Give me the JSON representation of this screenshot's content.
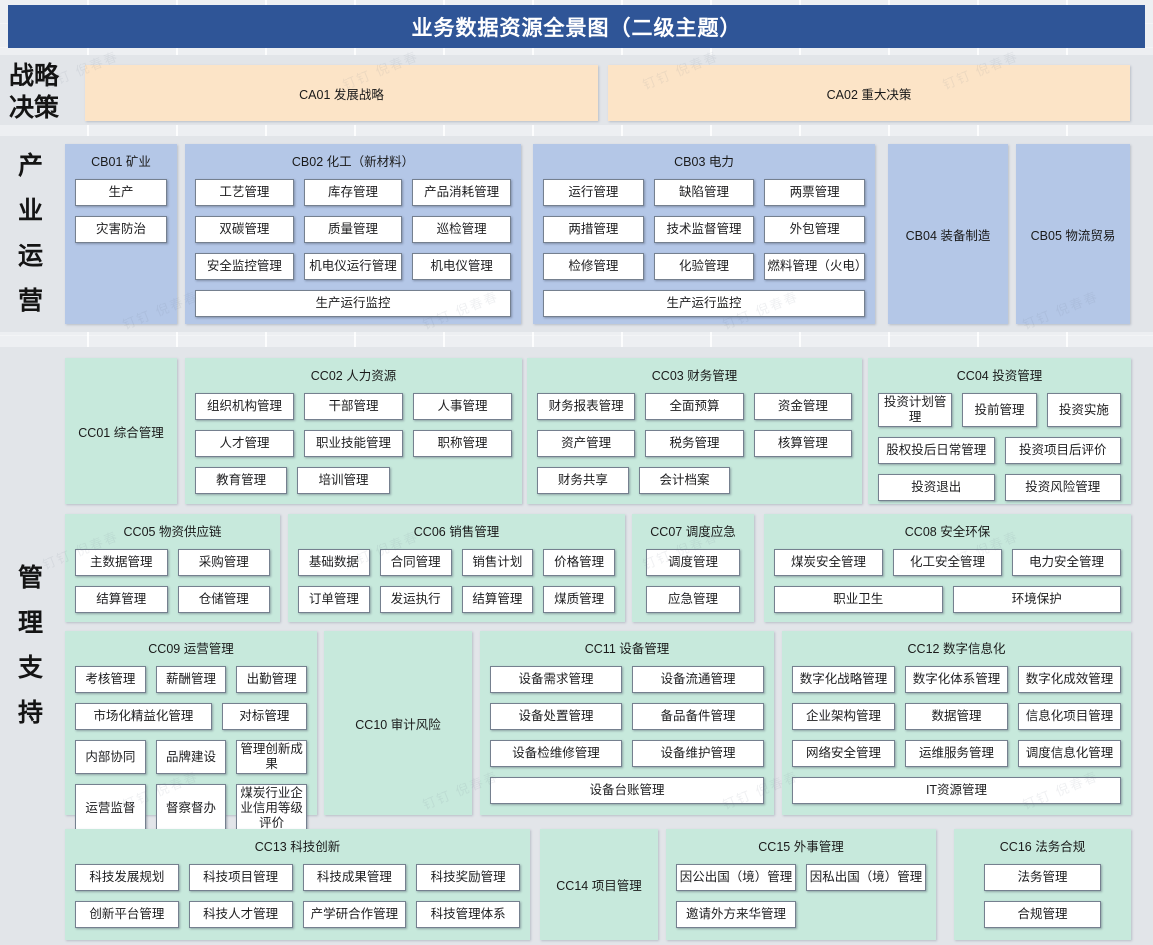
{
  "title": "业务数据资源全景图（二级主题）",
  "watermark": "钉钉 倪春春",
  "colors": {
    "title_bar": "#2F5597",
    "strategy_block": "#FCE4C7",
    "industry_block": "#B4C7E7",
    "management_block": "#C7E9DC",
    "box_background": "#FFFFFF",
    "box_border": "#75808F",
    "band_background": "#E2E5E9"
  },
  "sections": [
    {
      "id": "strategy",
      "label": "战略决策",
      "blocks": [
        {
          "id": "ca01",
          "title": "CA01 发展战略"
        },
        {
          "id": "ca02",
          "title": "CA02 重大决策"
        }
      ]
    },
    {
      "id": "industry",
      "label": "产业运营",
      "blocks": [
        {
          "id": "cb01",
          "title": "CB01 矿业",
          "box_rows": [
            [
              "生产"
            ],
            [
              "灾害防治"
            ]
          ]
        },
        {
          "id": "cb02",
          "title": "CB02 化工（新材料）",
          "box_rows": [
            [
              "工艺管理",
              "库存管理",
              "产品消耗管理"
            ],
            [
              "双碳管理",
              "质量管理",
              "巡检管理"
            ],
            [
              "安全监控管理",
              "机电仪运行管理",
              "机电仪管理"
            ],
            [
              "生产运行监控"
            ]
          ]
        },
        {
          "id": "cb03",
          "title": "CB03 电力",
          "box_rows": [
            [
              "运行管理",
              "缺陷管理",
              "两票管理"
            ],
            [
              "两措管理",
              "技术监督管理",
              "外包管理"
            ],
            [
              "检修管理",
              "化验管理",
              "燃料管理（火电）"
            ],
            [
              "生产运行监控"
            ]
          ]
        },
        {
          "id": "cb04",
          "title": "CB04 装备制造"
        },
        {
          "id": "cb05",
          "title": "CB05 物流贸易"
        }
      ]
    },
    {
      "id": "management",
      "label": "管理支持",
      "blocks": [
        {
          "id": "cc01",
          "title": "CC01 综合管理"
        },
        {
          "id": "cc02",
          "title": "CC02 人力资源",
          "box_rows": [
            [
              "组织机构管理",
              "干部管理",
              "人事管理"
            ],
            [
              "人才管理",
              "职业技能管理",
              "职称管理"
            ],
            [
              "教育管理",
              "培训管理"
            ]
          ]
        },
        {
          "id": "cc03",
          "title": "CC03 财务管理",
          "box_rows": [
            [
              "财务报表管理",
              "全面预算",
              "资金管理"
            ],
            [
              "资产管理",
              "税务管理",
              "核算管理"
            ],
            [
              "财务共享",
              "会计档案"
            ]
          ]
        },
        {
          "id": "cc04",
          "title": "CC04 投资管理",
          "box_rows": [
            [
              "投资计划管理",
              "投前管理",
              "投资实施"
            ],
            [
              "股权投后日常管理",
              "投资项目后评价"
            ],
            [
              "投资退出",
              "投资风险管理"
            ]
          ]
        },
        {
          "id": "cc05",
          "title": "CC05 物资供应链",
          "box_rows": [
            [
              "主数据管理",
              "采购管理"
            ],
            [
              "结算管理",
              "仓储管理"
            ]
          ]
        },
        {
          "id": "cc06",
          "title": "CC06 销售管理",
          "box_rows": [
            [
              "基础数据",
              "合同管理",
              "销售计划",
              "价格管理"
            ],
            [
              "订单管理",
              "发运执行",
              "结算管理",
              "煤质管理"
            ]
          ]
        },
        {
          "id": "cc07",
          "title": "CC07 调度应急",
          "box_rows": [
            [
              "调度管理"
            ],
            [
              "应急管理"
            ]
          ]
        },
        {
          "id": "cc08",
          "title": "CC08 安全环保",
          "box_rows": [
            [
              "煤炭安全管理",
              "化工安全管理",
              "电力安全管理"
            ],
            [
              "职业卫生",
              "环境保护"
            ]
          ]
        },
        {
          "id": "cc09",
          "title": "CC09 运营管理",
          "box_rows": [
            [
              "考核管理",
              "薪酬管理",
              "出勤管理"
            ],
            [
              "市场化精益化管理",
              "对标管理"
            ],
            [
              "内部协同",
              "品牌建设",
              "管理创新成果"
            ],
            [
              "运营监督",
              "督察督办",
              "煤炭行业企业信用等级评价"
            ]
          ]
        },
        {
          "id": "cc10",
          "title": "CC10 审计风险"
        },
        {
          "id": "cc11",
          "title": "CC11 设备管理",
          "box_rows": [
            [
              "设备需求管理",
              "设备流通管理"
            ],
            [
              "设备处置管理",
              "备品备件管理"
            ],
            [
              "设备检维修管理",
              "设备维护管理"
            ],
            [
              "设备台账管理"
            ]
          ]
        },
        {
          "id": "cc12",
          "title": "CC12 数字信息化",
          "box_rows": [
            [
              "数字化战略管理",
              "数字化体系管理",
              "数字化成效管理"
            ],
            [
              "企业架构管理",
              "数据管理",
              "信息化项目管理"
            ],
            [
              "网络安全管理",
              "运维服务管理",
              "调度信息化管理"
            ],
            [
              "IT资源管理"
            ]
          ]
        },
        {
          "id": "cc13",
          "title": "CC13 科技创新",
          "box_rows": [
            [
              "科技发展规划",
              "科技项目管理",
              "科技成果管理",
              "科技奖励管理"
            ],
            [
              "创新平台管理",
              "科技人才管理",
              "产学研合作管理",
              "科技管理体系"
            ]
          ]
        },
        {
          "id": "cc14",
          "title": "CC14 项目管理"
        },
        {
          "id": "cc15",
          "title": "CC15 外事管理",
          "box_rows": [
            [
              "因公出国（境）管理",
              "因私出国（境）管理"
            ],
            [
              "邀请外方来华管理"
            ]
          ]
        },
        {
          "id": "cc16",
          "title": "CC16 法务合规",
          "box_rows": [
            [
              "法务管理"
            ],
            [
              "合规管理"
            ]
          ]
        }
      ]
    }
  ]
}
